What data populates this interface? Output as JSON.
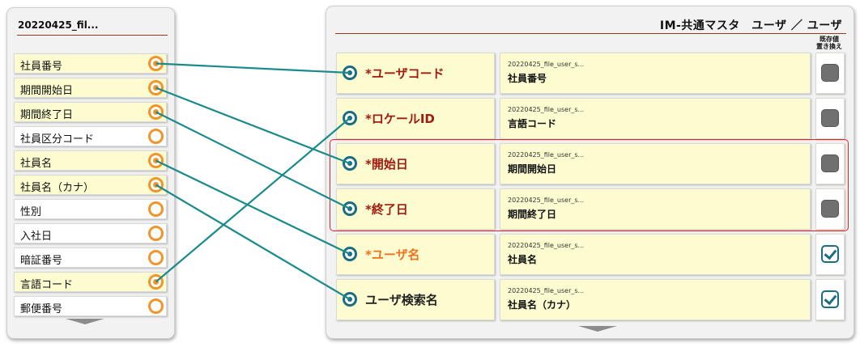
{
  "source_panel": {
    "title": "20220425_fil...",
    "fields": [
      {
        "label": "社員番号",
        "mapped": true
      },
      {
        "label": "期間開始日",
        "mapped": true
      },
      {
        "label": "期間終了日",
        "mapped": true
      },
      {
        "label": "社員区分コード",
        "mapped": false
      },
      {
        "label": "社員名",
        "mapped": true
      },
      {
        "label": "社員名（カナ）",
        "mapped": true
      },
      {
        "label": "性別",
        "mapped": false
      },
      {
        "label": "入社日",
        "mapped": false
      },
      {
        "label": "暗証番号",
        "mapped": false
      },
      {
        "label": "言語コード",
        "mapped": true
      },
      {
        "label": "郵便番号",
        "mapped": false
      }
    ]
  },
  "target_panel": {
    "title": "IM-共通マスタ　ユーザ ／ ユーザ",
    "replace_header": [
      "既存値",
      "置き換え"
    ],
    "rows": [
      {
        "label": "*ユーザコード",
        "style": "required",
        "source_file": "20220425_file_user_s...",
        "source_field": "社員番号",
        "replace": false
      },
      {
        "label": "*ロケールID",
        "style": "required",
        "source_file": "20220425_file_user_s...",
        "source_field": "言語コード",
        "replace": false
      },
      {
        "label": "*開始日",
        "style": "required",
        "source_file": "20220425_file_user_s...",
        "source_field": "期間開始日",
        "replace": false
      },
      {
        "label": "*終了日",
        "style": "required",
        "source_file": "20220425_file_user_s...",
        "source_field": "期間終了日",
        "replace": false
      },
      {
        "label": "*ユーザ名",
        "style": "required-orange",
        "source_file": "20220425_file_user_s...",
        "source_field": "社員名",
        "replace": true
      },
      {
        "label": "ユーザ検索名",
        "style": "optional",
        "source_file": "20220425_file_user_s...",
        "source_field": "社員名（カナ）",
        "replace": true
      }
    ]
  },
  "mappings": [
    {
      "source": "社員番号",
      "target": "*ユーザコード"
    },
    {
      "source": "期間開始日",
      "target": "*開始日"
    },
    {
      "source": "期間終了日",
      "target": "*終了日"
    },
    {
      "source": "社員名",
      "target": "*ユーザ名"
    },
    {
      "source": "社員名（カナ）",
      "target": "ユーザ検索名"
    },
    {
      "source": "言語コード",
      "target": "*ロケールID"
    }
  ],
  "colors": {
    "link": "#1a8a8a",
    "mapped_bg": "#fdfcd0",
    "required_red": "#a01b12",
    "required_orange": "#f37021",
    "highlight_border": "#e02424"
  }
}
